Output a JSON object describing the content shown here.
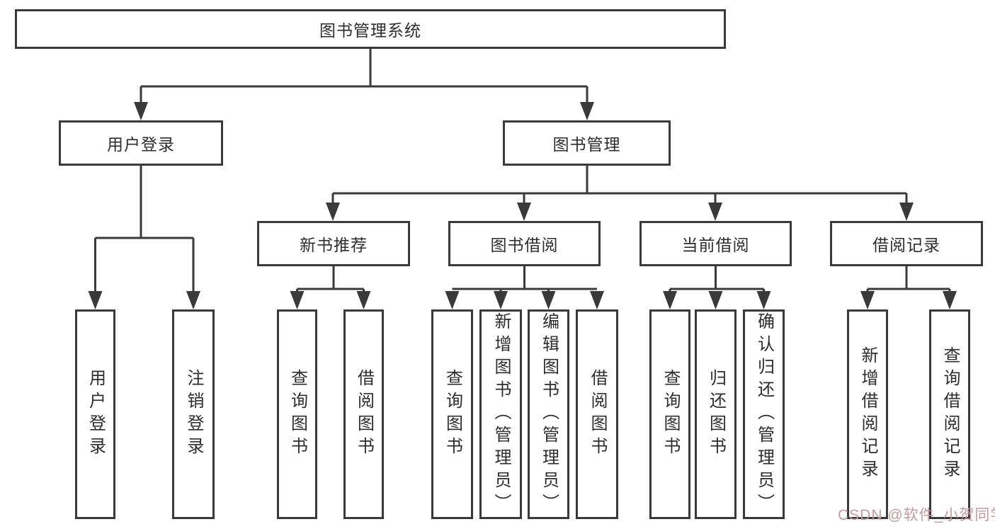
{
  "colors": {
    "line": "#3a3a3a",
    "border": "#3a3a3a",
    "text": "#2d2d2d",
    "watermark": "#c49a9a",
    "background": "#ffffff"
  },
  "diagram": {
    "root": {
      "label": "图书管理系统"
    },
    "level2": [
      {
        "label": "用户登录"
      },
      {
        "label": "图书管理"
      }
    ],
    "level3": [
      {
        "label": "新书推荐"
      },
      {
        "label": "图书借阅"
      },
      {
        "label": "当前借阅"
      },
      {
        "label": "借阅记录"
      }
    ],
    "leaves": {
      "user_login": [
        {
          "label": "用户登录"
        },
        {
          "label": "注销登录"
        }
      ],
      "new_book_recommend": [
        {
          "label": "查询图书"
        },
        {
          "label": "借阅图书"
        }
      ],
      "book_borrow": [
        {
          "label": "查询图书"
        },
        {
          "label": "新增图书（管理员）"
        },
        {
          "label": "编辑图书（管理员）"
        },
        {
          "label": "借阅图书"
        }
      ],
      "current_borrow": [
        {
          "label": "查询图书"
        },
        {
          "label": "归还图书"
        },
        {
          "label": "确认归还（管理员）"
        }
      ],
      "borrow_records": [
        {
          "label": "新增借阅记录"
        },
        {
          "label": "查询借阅记录"
        }
      ]
    },
    "watermark": "CSDN @软件_小贺同学"
  }
}
